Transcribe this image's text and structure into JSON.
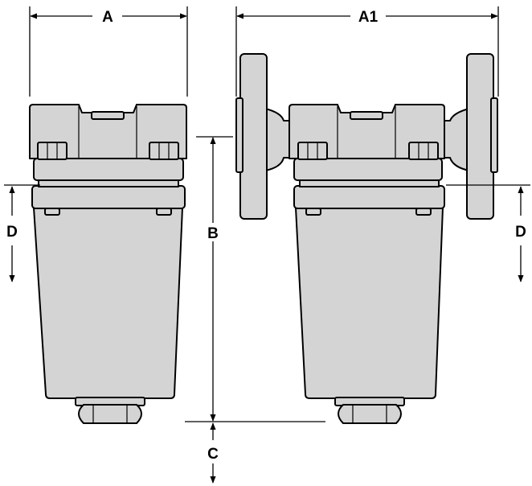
{
  "colors": {
    "body_fill": "#d4d4d4",
    "outline": "#000000",
    "background": "#ffffff"
  },
  "dimensions": {
    "a": "A",
    "a1": "A1",
    "b": "B",
    "c": "C",
    "d": "D"
  },
  "views": [
    {
      "name": "threaded-strainer",
      "connection": "threaded"
    },
    {
      "name": "flanged-strainer",
      "connection": "flanged"
    }
  ]
}
